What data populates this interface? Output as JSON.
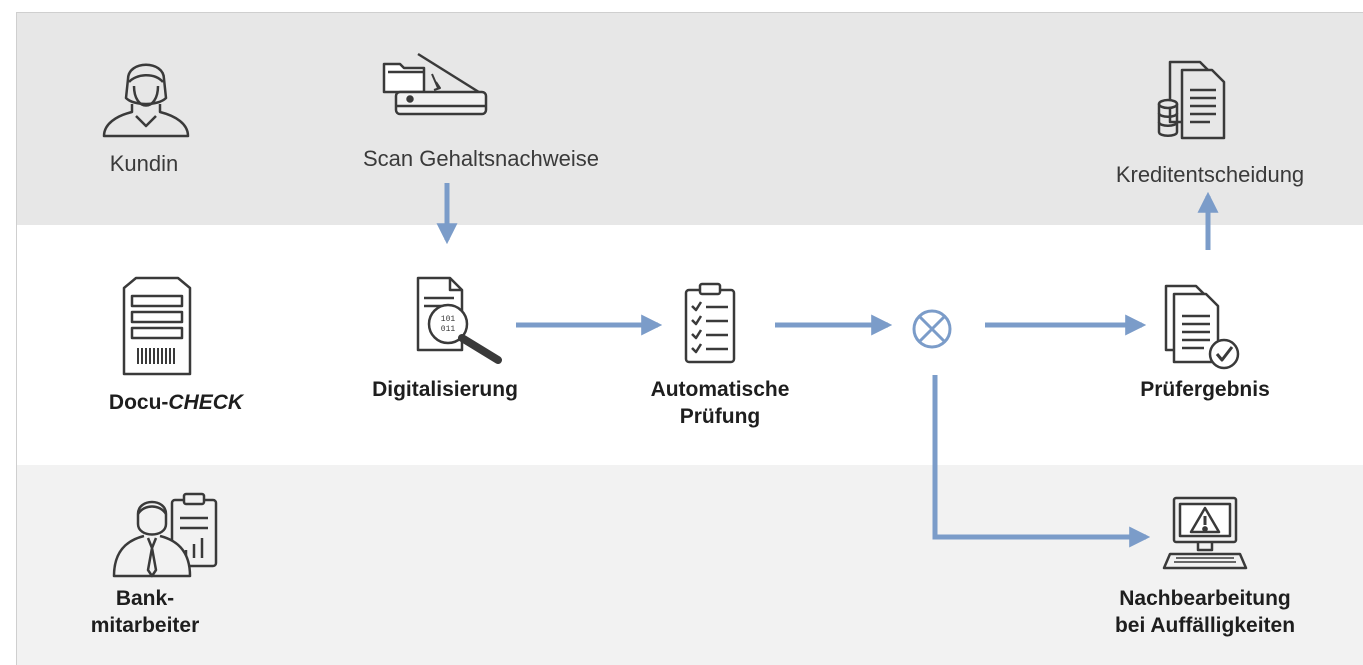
{
  "lanes": {
    "customer": {
      "label": "Kundin",
      "step": "Scan Gehaltsnachweise",
      "result": "Kreditentscheidung"
    },
    "system": {
      "label_prefix": "Docu-",
      "label_italic": "CHECK",
      "steps": {
        "digitize": "Digitalisierung",
        "auto_check_line1": "Automatische",
        "auto_check_line2": "Prüfung",
        "result": "Prüfergebnis"
      }
    },
    "bank": {
      "label_line1": "Bank-",
      "label_line2": "mitarbeiter",
      "step_line1": "Nachbearbeitung",
      "step_line2": "bei Auffälligkeiten"
    }
  },
  "colors": {
    "arrow": "#7b9cc9",
    "icon_stroke": "#3a3a3a",
    "lane_top": "#e7e7e7",
    "lane_bottom": "#f2f2f2"
  },
  "icons": [
    "person-icon",
    "scanner-icon",
    "documents-icon",
    "server-icon",
    "magnifier-document-icon",
    "checklist-icon",
    "gateway-icon",
    "checked-document-icon",
    "employee-icon",
    "warning-computer-icon"
  ]
}
